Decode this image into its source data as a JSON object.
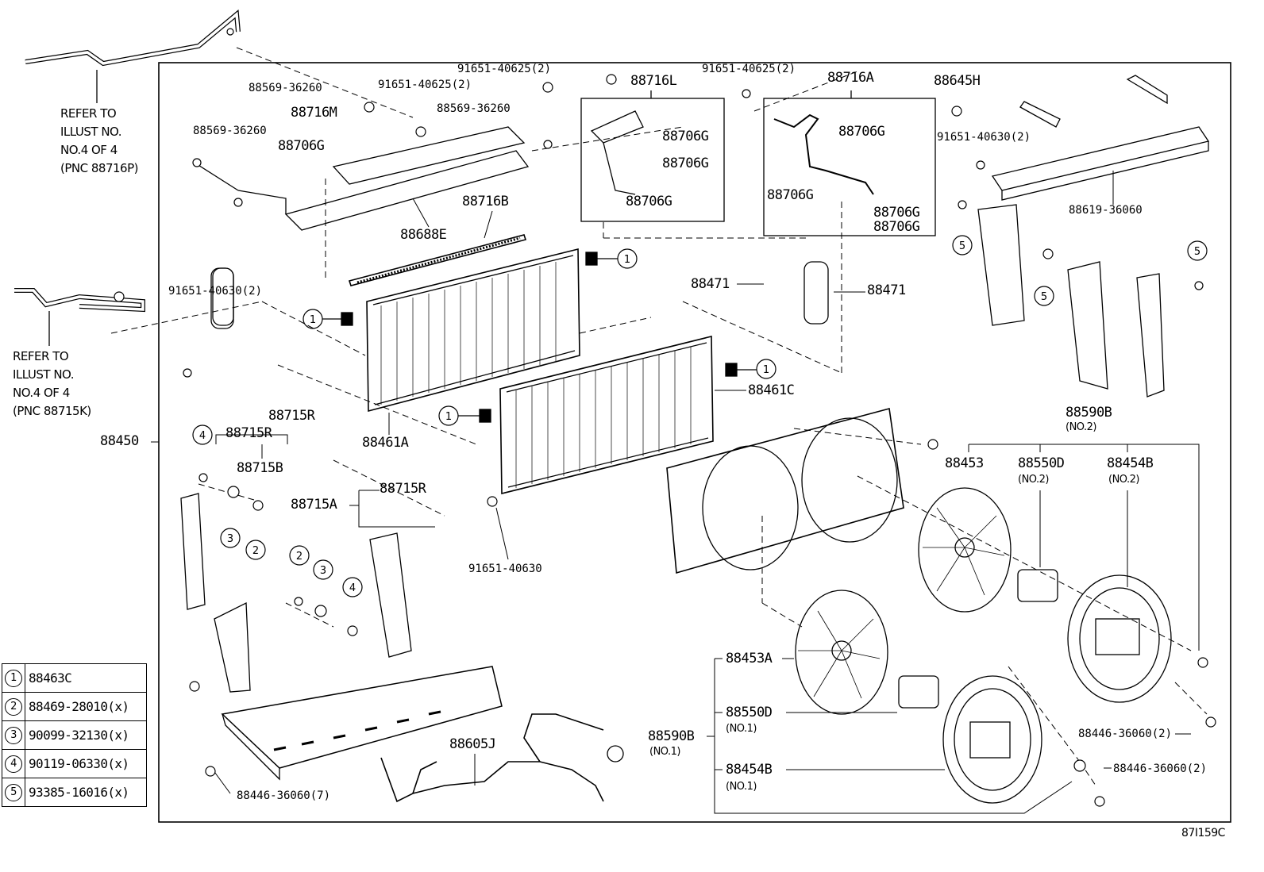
{
  "diagram": {
    "code": "87I159C",
    "refer_top": [
      "REFER TO",
      "ILLUST NO.",
      "NO.4 OF 4",
      "(PNC 88716P)"
    ],
    "refer_mid": [
      "REFER TO",
      "ILLUST NO.",
      "NO.4 OF 4",
      "(PNC 88715K)"
    ],
    "labels": {
      "p88569_a": "88569-36260",
      "p88569_b": "88569-36260",
      "p88569_c": "88569-36260",
      "p91651_625_a": "91651-40625(2)",
      "p91651_625_b": "91651-40625(2)",
      "p91651_625_c": "91651-40625(2)",
      "p88716L": "88716L",
      "p88716A": "88716A",
      "p88645H": "88645H",
      "p88716M": "88716M",
      "p88706G_1": "88706G",
      "p88706G_2": "88706G",
      "p88706G_3": "88706G",
      "p88706G_4": "88706G",
      "p88706G_5": "88706G",
      "p88706G_6": "88706G",
      "p88706G_7": "88706G",
      "p88706G_8": "88706G",
      "p91651_630_2a": "91651-40630(2)",
      "p91651_630_2b": "91651-40630(2)",
      "p88716B": "88716B",
      "p88688E": "88688E",
      "p88619": "88619-36060",
      "p88471_a": "88471",
      "p88471_b": "88471",
      "p88715R_1": "88715R",
      "p88715R_2": "88715R",
      "p88715R_3": "88715R",
      "p88715B": "88715B",
      "p88715A": "88715A",
      "p88450": "88450",
      "p88461A": "88461A",
      "p88461C": "88461C",
      "p88590B_top": "88590B",
      "no2_a": "(NO.2)",
      "p88453": "88453",
      "p88550D_top": "88550D",
      "no2_b": "(NO.2)",
      "p88454B_top": "88454B",
      "no2_c": "(NO.2)",
      "p91651_630": "91651-40630",
      "p88453A": "88453A",
      "p88550D_bot": "88550D",
      "no1_a": "(NO.1)",
      "p88590B_bot": "88590B",
      "no1_b": "(NO.1)",
      "p88454B_bot": "88454B",
      "no1_c": "(NO.1)",
      "p88446_2a": "88446-36060(2)",
      "p88446_2b": "88446-36060(2)",
      "p88446_7": "88446-36060(7)",
      "p88605J": "88605J"
    },
    "legend": [
      {
        "num": "1",
        "part": "88463C"
      },
      {
        "num": "2",
        "part": "88469-28010(x)"
      },
      {
        "num": "3",
        "part": "90099-32130(x)"
      },
      {
        "num": "4",
        "part": "90119-06330(x)"
      },
      {
        "num": "5",
        "part": "93385-16016(x)"
      }
    ],
    "callouts": [
      "1",
      "1",
      "1",
      "1",
      "2",
      "2",
      "3",
      "3",
      "4",
      "4",
      "5",
      "5",
      "5"
    ]
  }
}
